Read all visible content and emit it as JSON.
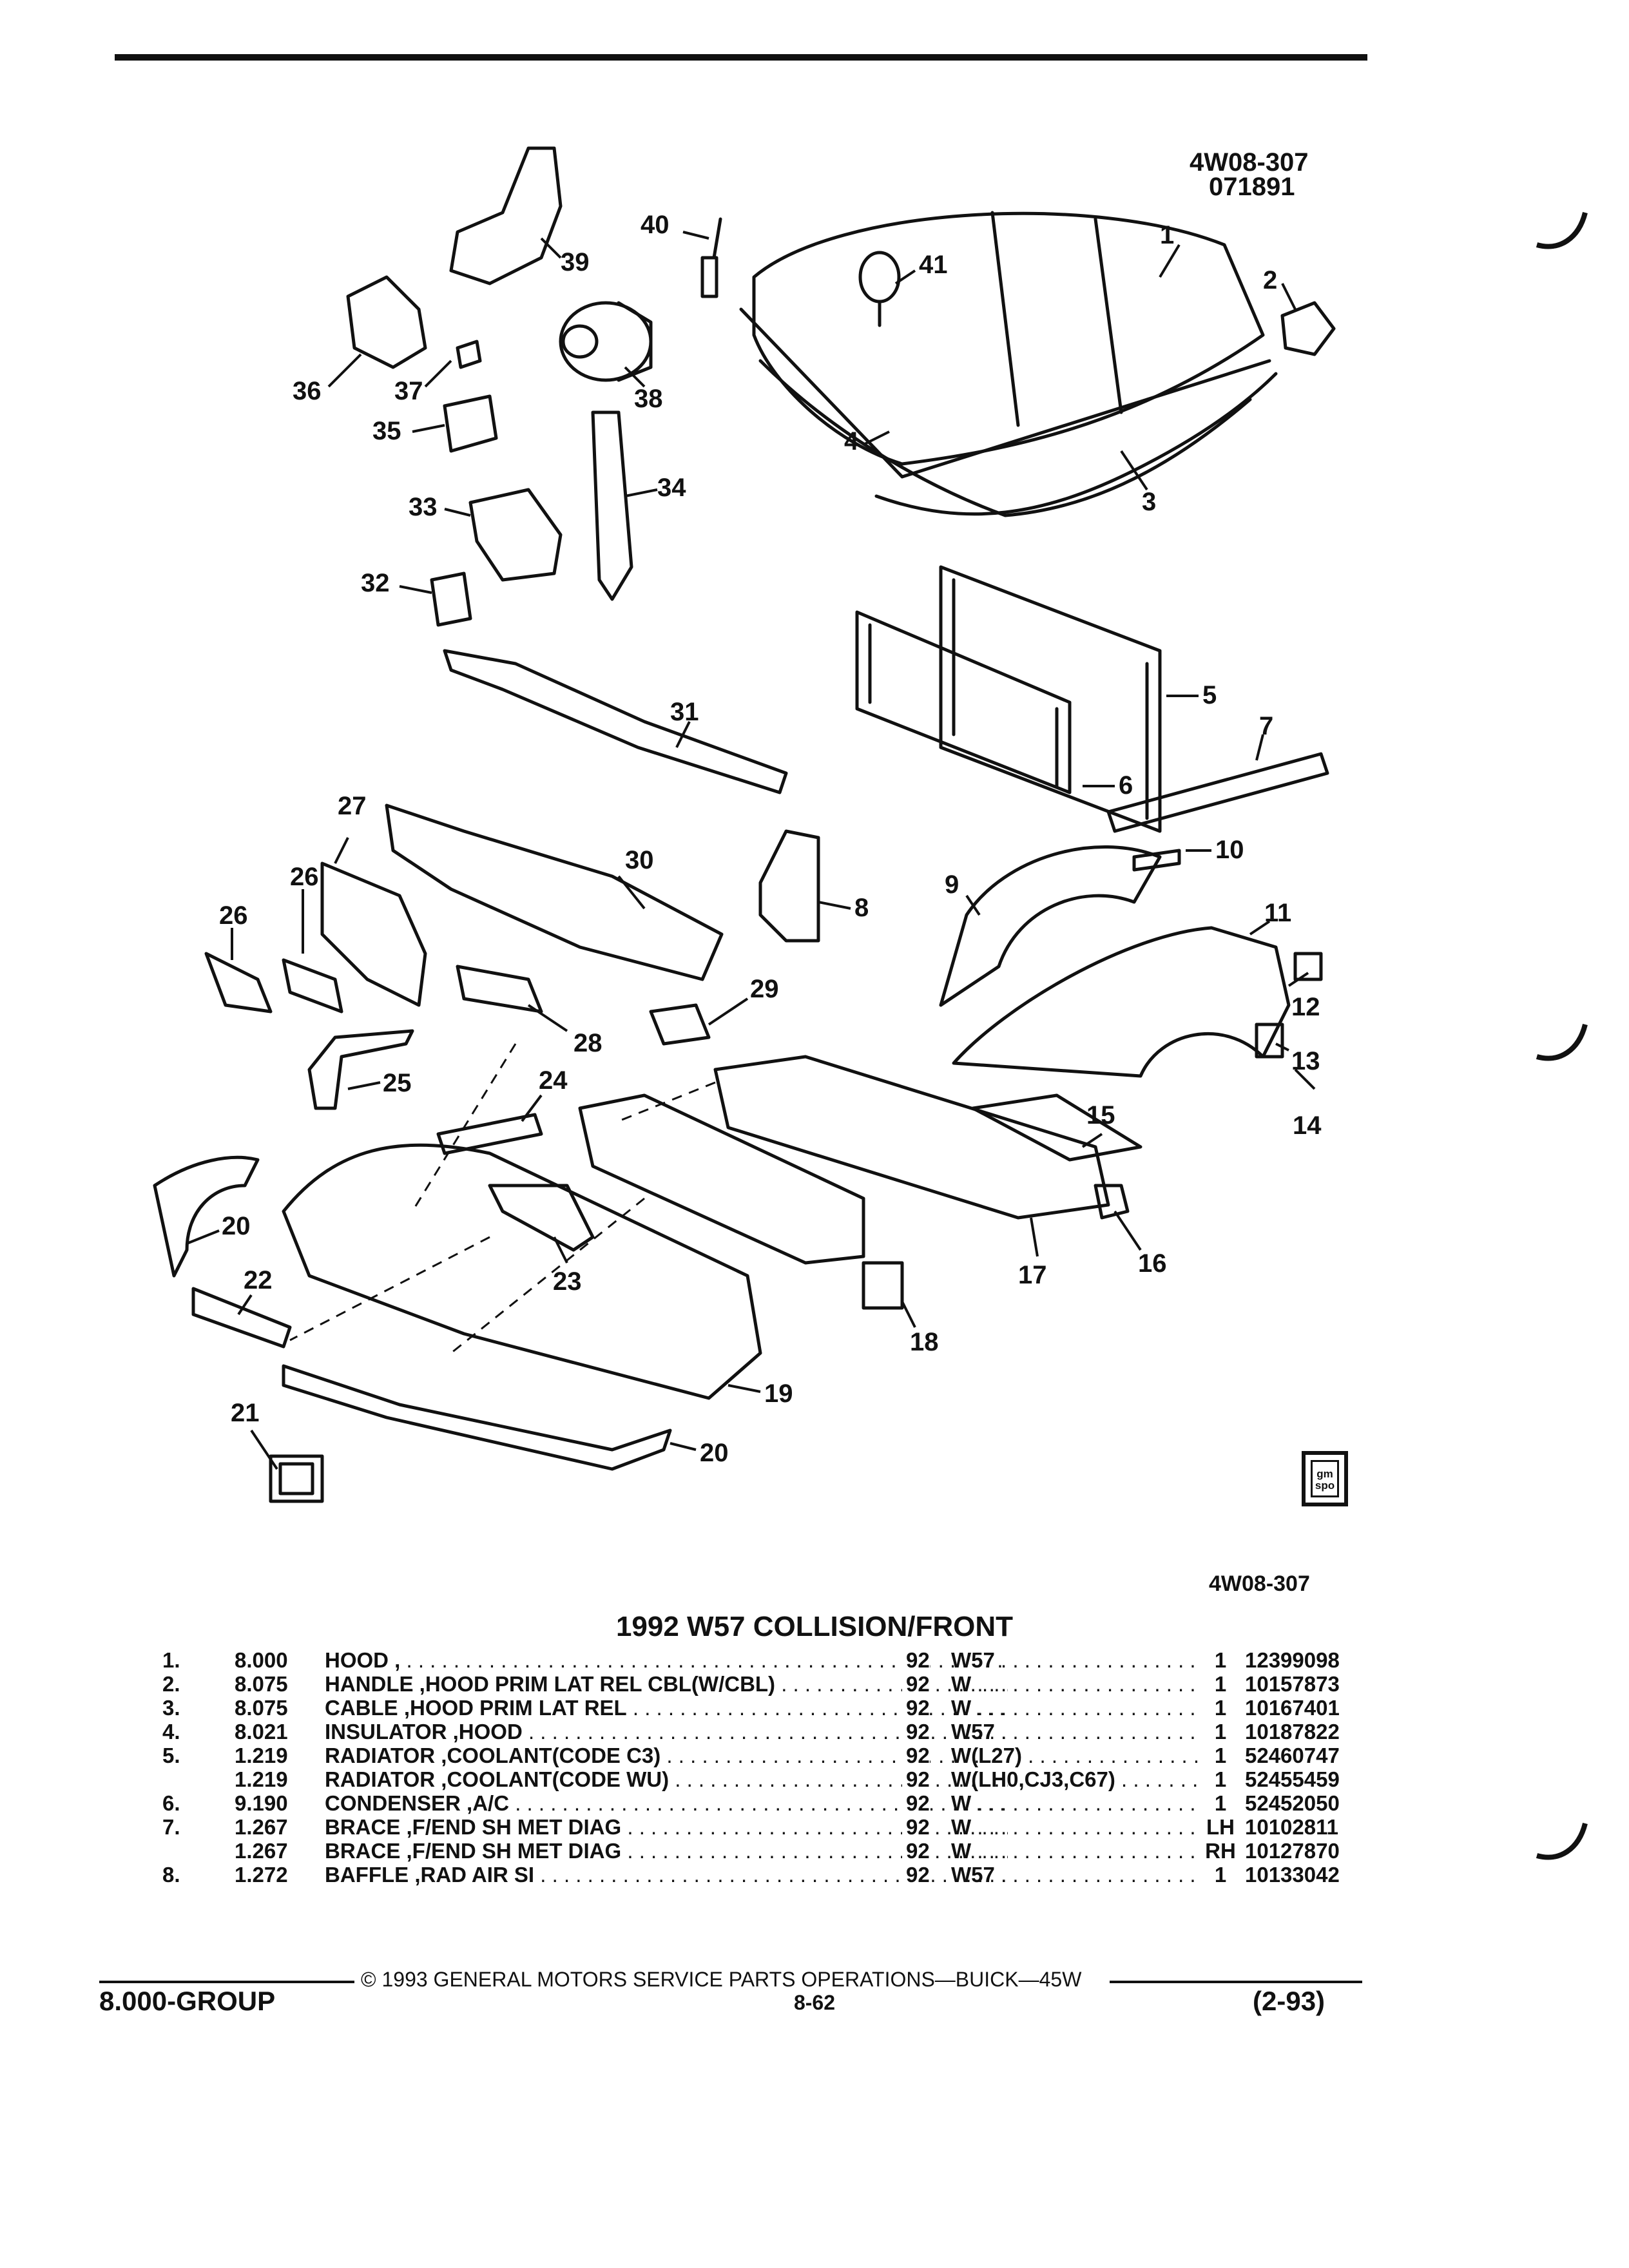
{
  "header": {
    "code": "4W08-307",
    "date_code": "071891"
  },
  "diagram": {
    "callouts": [
      "1",
      "2",
      "3",
      "4",
      "5",
      "6",
      "7",
      "8",
      "9",
      "10",
      "11",
      "12",
      "13",
      "14",
      "15",
      "16",
      "17",
      "18",
      "19",
      "20",
      "20",
      "21",
      "22",
      "23",
      "24",
      "25",
      "26",
      "26",
      "27",
      "28",
      "29",
      "30",
      "31",
      "32",
      "33",
      "34",
      "35",
      "36",
      "37",
      "38",
      "39",
      "40",
      "41"
    ],
    "bottom_code": "4W08-307",
    "logo_text": "gm spo"
  },
  "caption": "1992 W57 COLLISION/FRONT",
  "parts": [
    {
      "no": "1.",
      "group": "8.000",
      "desc": "HOOD ,",
      "year": "92",
      "option": "W57",
      "qty": "1",
      "part": "12399098"
    },
    {
      "no": "2.",
      "group": "8.075",
      "desc": "HANDLE ,HOOD PRIM LAT REL CBL(W/CBL)",
      "year": "92",
      "option": "W",
      "qty": "1",
      "part": "10157873"
    },
    {
      "no": "3.",
      "group": "8.075",
      "desc": "CABLE ,HOOD PRIM LAT REL",
      "year": "92",
      "option": "W",
      "qty": "1",
      "part": "10167401"
    },
    {
      "no": "4.",
      "group": "8.021",
      "desc": "INSULATOR ,HOOD",
      "year": "92",
      "option": "W57",
      "qty": "1",
      "part": "10187822"
    },
    {
      "no": "5.",
      "group": "1.219",
      "desc": "RADIATOR ,COOLANT(CODE C3)",
      "year": "92",
      "option": "W(L27)",
      "qty": "1",
      "part": "52460747"
    },
    {
      "no": "",
      "group": "1.219",
      "desc": "RADIATOR ,COOLANT(CODE WU)",
      "year": "92",
      "option": "W(LH0,CJ3,C67)",
      "qty": "1",
      "part": "52455459"
    },
    {
      "no": "6.",
      "group": "9.190",
      "desc": "CONDENSER ,A/C",
      "year": "92",
      "option": "W",
      "qty": "1",
      "part": "52452050"
    },
    {
      "no": "7.",
      "group": "1.267",
      "desc": "BRACE ,F/END SH MET DIAG",
      "year": "92",
      "option": "W",
      "qty": "LH",
      "part": "10102811"
    },
    {
      "no": "",
      "group": "1.267",
      "desc": "BRACE ,F/END SH MET DIAG",
      "year": "92",
      "option": "W",
      "qty": "RH",
      "part": "10127870"
    },
    {
      "no": "8.",
      "group": "1.272",
      "desc": "BAFFLE ,RAD AIR SI",
      "year": "92",
      "option": "W57",
      "qty": "1",
      "part": "10133042"
    }
  ],
  "footer": {
    "group": "8.000-GROUP",
    "copyright": "© 1993 GENERAL MOTORS SERVICE PARTS OPERATIONS—BUICK—45W",
    "page": "8-62",
    "revision": "(2-93)"
  }
}
